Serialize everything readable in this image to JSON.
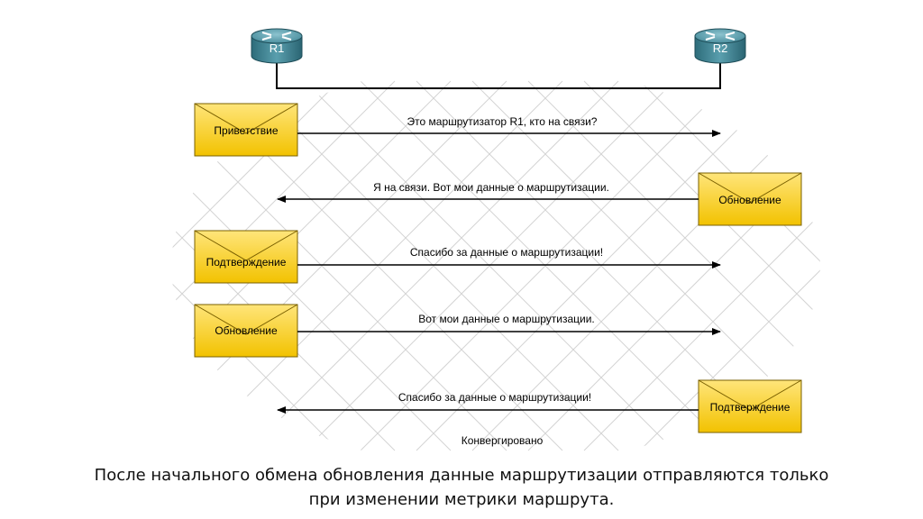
{
  "routers": [
    {
      "label": "R1"
    },
    {
      "label": "R2"
    }
  ],
  "messages": [
    {
      "envelope": "Приветствие",
      "text": "Это маршрутизатор R1, кто на связи?",
      "direction": "R1-to-R2"
    },
    {
      "envelope": "Обновление",
      "text": "Я на связи. Вот мои данные о маршрутизации.",
      "direction": "R2-to-R1"
    },
    {
      "envelope": "Подтверждение",
      "text": "Спасибо за данные о маршрутизации!",
      "direction": "R1-to-R2"
    },
    {
      "envelope": "Обновление",
      "text": "Вот мои данные о маршрутизации.",
      "direction": "R1-to-R2"
    },
    {
      "envelope": "Подтверждение",
      "text": "Спасибо за данные о маршрутизации!",
      "direction": "R2-to-R1"
    }
  ],
  "status": "Конвергировано",
  "caption": {
    "line1": "После начального обмена обновления данные маршрутизации отправляются только",
    "line2": "при изменении метрики маршрута."
  },
  "colors": {
    "envelope": "#f2c200",
    "envelope_light": "#ffe57a",
    "router": "#3f8594",
    "lattice": "#d4d4d4"
  }
}
